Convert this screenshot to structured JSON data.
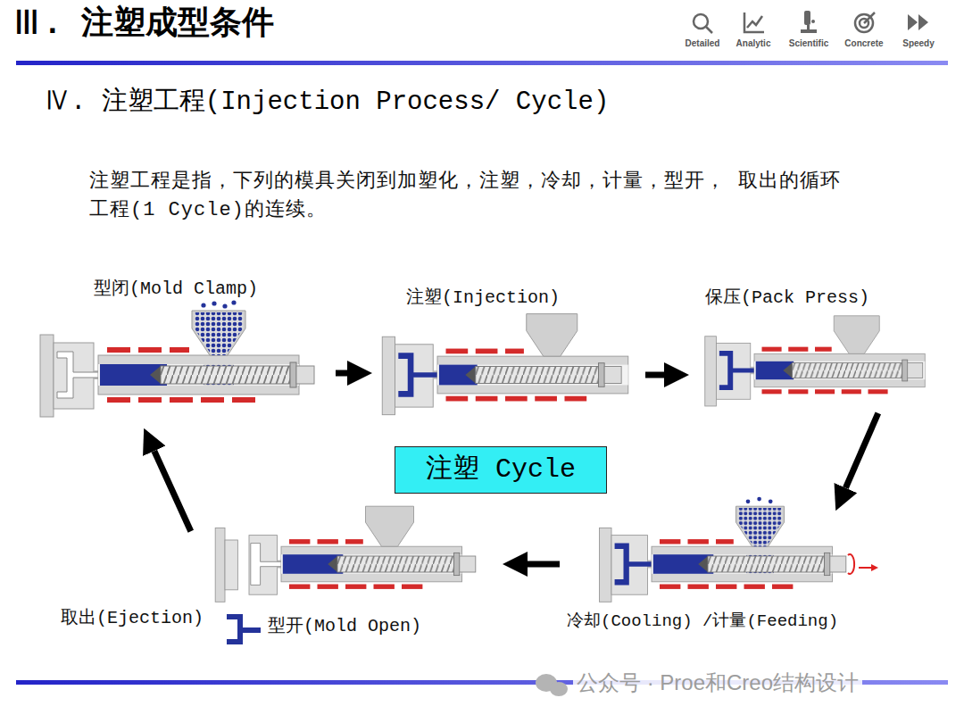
{
  "diagram": {
    "title": "Ⅲ. 注塑成型条件",
    "nodes": [
      {
        "text": [
          "型闭(Mold Clamp)"
        ]
      },
      {
        "text": [
          "注塑(Injection)"
        ]
      },
      {
        "text": [
          "保压(Pack Press)"
        ]
      },
      {
        "text": [
          "冷却(Cooling) /计量(Feeding)"
        ]
      },
      {
        "text": [
          "取出(Ejection)",
          "型开(Mold Open)"
        ]
      },
      {
        "text": [
          "注塑 Cycle"
        ]
      }
    ],
    "edges": [
      {
        "from": 0,
        "to": 1,
        "arrow": "to"
      },
      {
        "from": 1,
        "to": 2,
        "arrow": "to"
      },
      {
        "from": 2,
        "to": 3,
        "arrow": "to"
      },
      {
        "from": 3,
        "to": 4,
        "arrow": "to"
      },
      {
        "from": 4,
        "to": 0,
        "arrow": "to"
      }
    ],
    "labels": [
      "Detailed",
      "Analytic",
      "Scientific",
      "Concrete",
      "Speedy",
      "Ⅳ. 注塑工程(Injection Process/ Cycle)",
      "注塑工程是指，下列的模具关闭到加塑化，注塑，冷却，计量，型开， 取出的循环工程(1 Cycle)的连续。",
      "公众号 · Proe和Creo结构设计"
    ]
  }
}
